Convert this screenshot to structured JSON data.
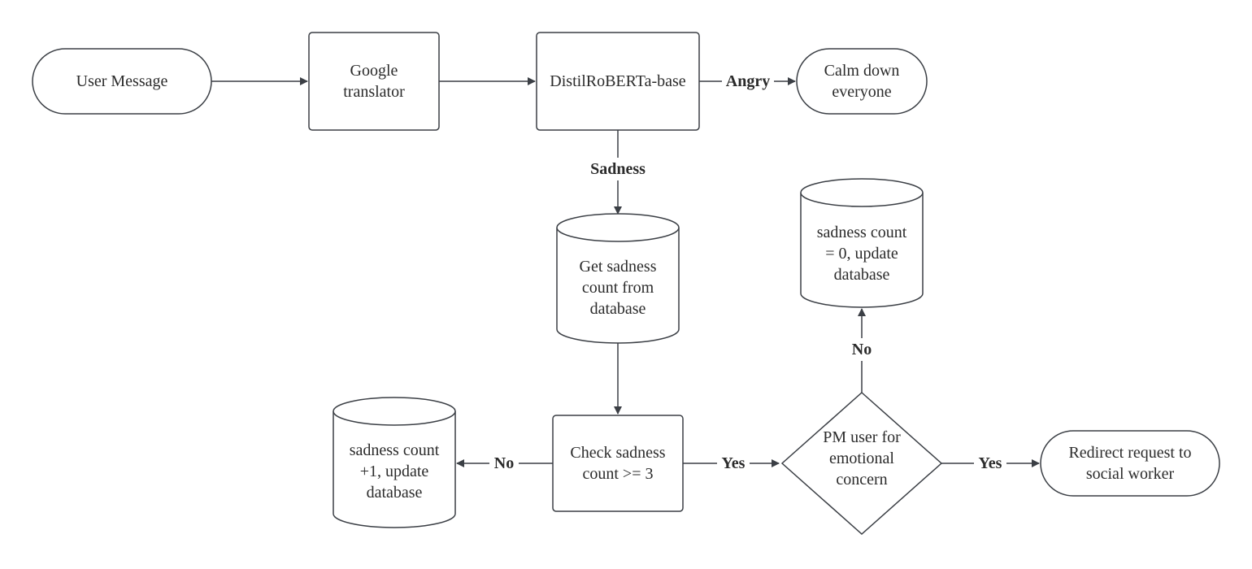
{
  "colors": {
    "stroke": "#3b3f45",
    "text": "#2b2b2b",
    "background": "#ffffff"
  },
  "nodes": {
    "user_message": [
      "User Message"
    ],
    "google_translator": [
      "Google",
      "translator"
    ],
    "distilroberta": [
      "DistilRoBERTa-base"
    ],
    "calm_down": [
      "Calm down",
      "everyone"
    ],
    "get_sadness_count": [
      "Get sadness",
      "count from",
      "database"
    ],
    "check_sadness": [
      "Check sadness",
      "count >= 3"
    ],
    "increment_count": [
      "sadness count",
      "+1, update",
      "database"
    ],
    "pm_user": [
      "PM user for",
      "emotional",
      "concern"
    ],
    "reset_count": [
      "sadness count",
      "= 0, update",
      "database"
    ],
    "redirect": [
      "Redirect request to",
      "social worker"
    ]
  },
  "edges": {
    "angry": "Angry",
    "sadness": "Sadness",
    "check_no": "No",
    "check_yes": "Yes",
    "pm_no": "No",
    "pm_yes": "Yes"
  }
}
